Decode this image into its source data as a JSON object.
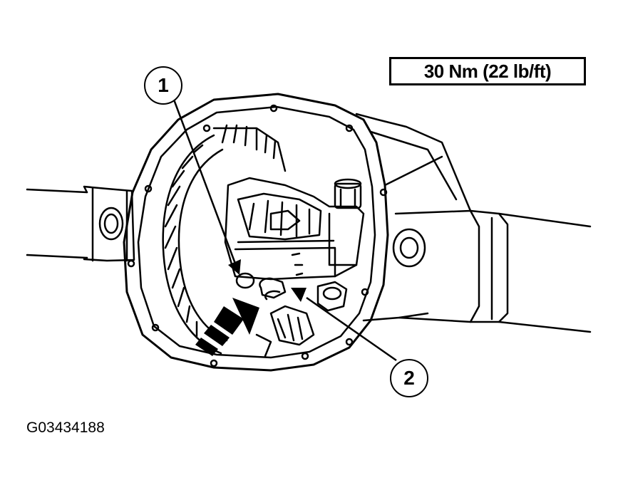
{
  "torque_spec": "30 Nm (22 lb/ft)",
  "callouts": [
    {
      "label": "1"
    },
    {
      "label": "2"
    }
  ],
  "figure_id": "G03434188"
}
